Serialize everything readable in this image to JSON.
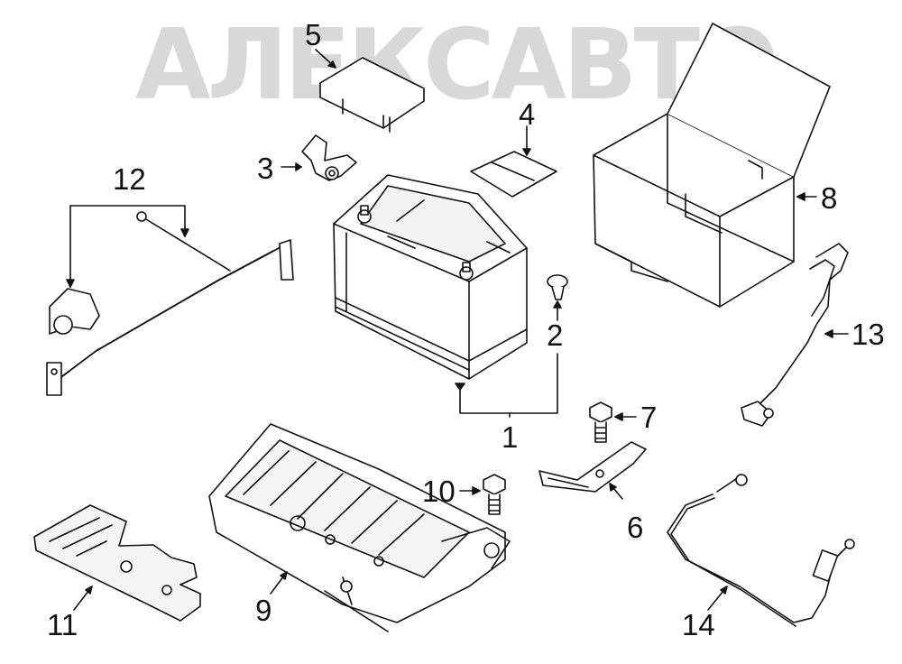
{
  "watermark": {
    "text": "АЛЕКСАВТО"
  },
  "callouts": {
    "c1": "1",
    "c2": "2",
    "c3": "3",
    "c4": "4",
    "c5": "5",
    "c6": "6",
    "c7": "7",
    "c8": "8",
    "c9": "9",
    "c10": "10",
    "c11": "11",
    "c12": "12",
    "c13": "13",
    "c14": "14"
  },
  "colors": {
    "line": "#111111",
    "shade": "#e9e9e9",
    "watermark": "#cfcfcf"
  },
  "icons": [
    "battery",
    "terminal-clamp",
    "push-clip",
    "label-sheet",
    "terminal-cover",
    "hold-down-bracket",
    "bolt",
    "battery-box",
    "battery-tray",
    "heat-shield",
    "sensor-cable",
    "ground-strap",
    "positive-cable"
  ]
}
